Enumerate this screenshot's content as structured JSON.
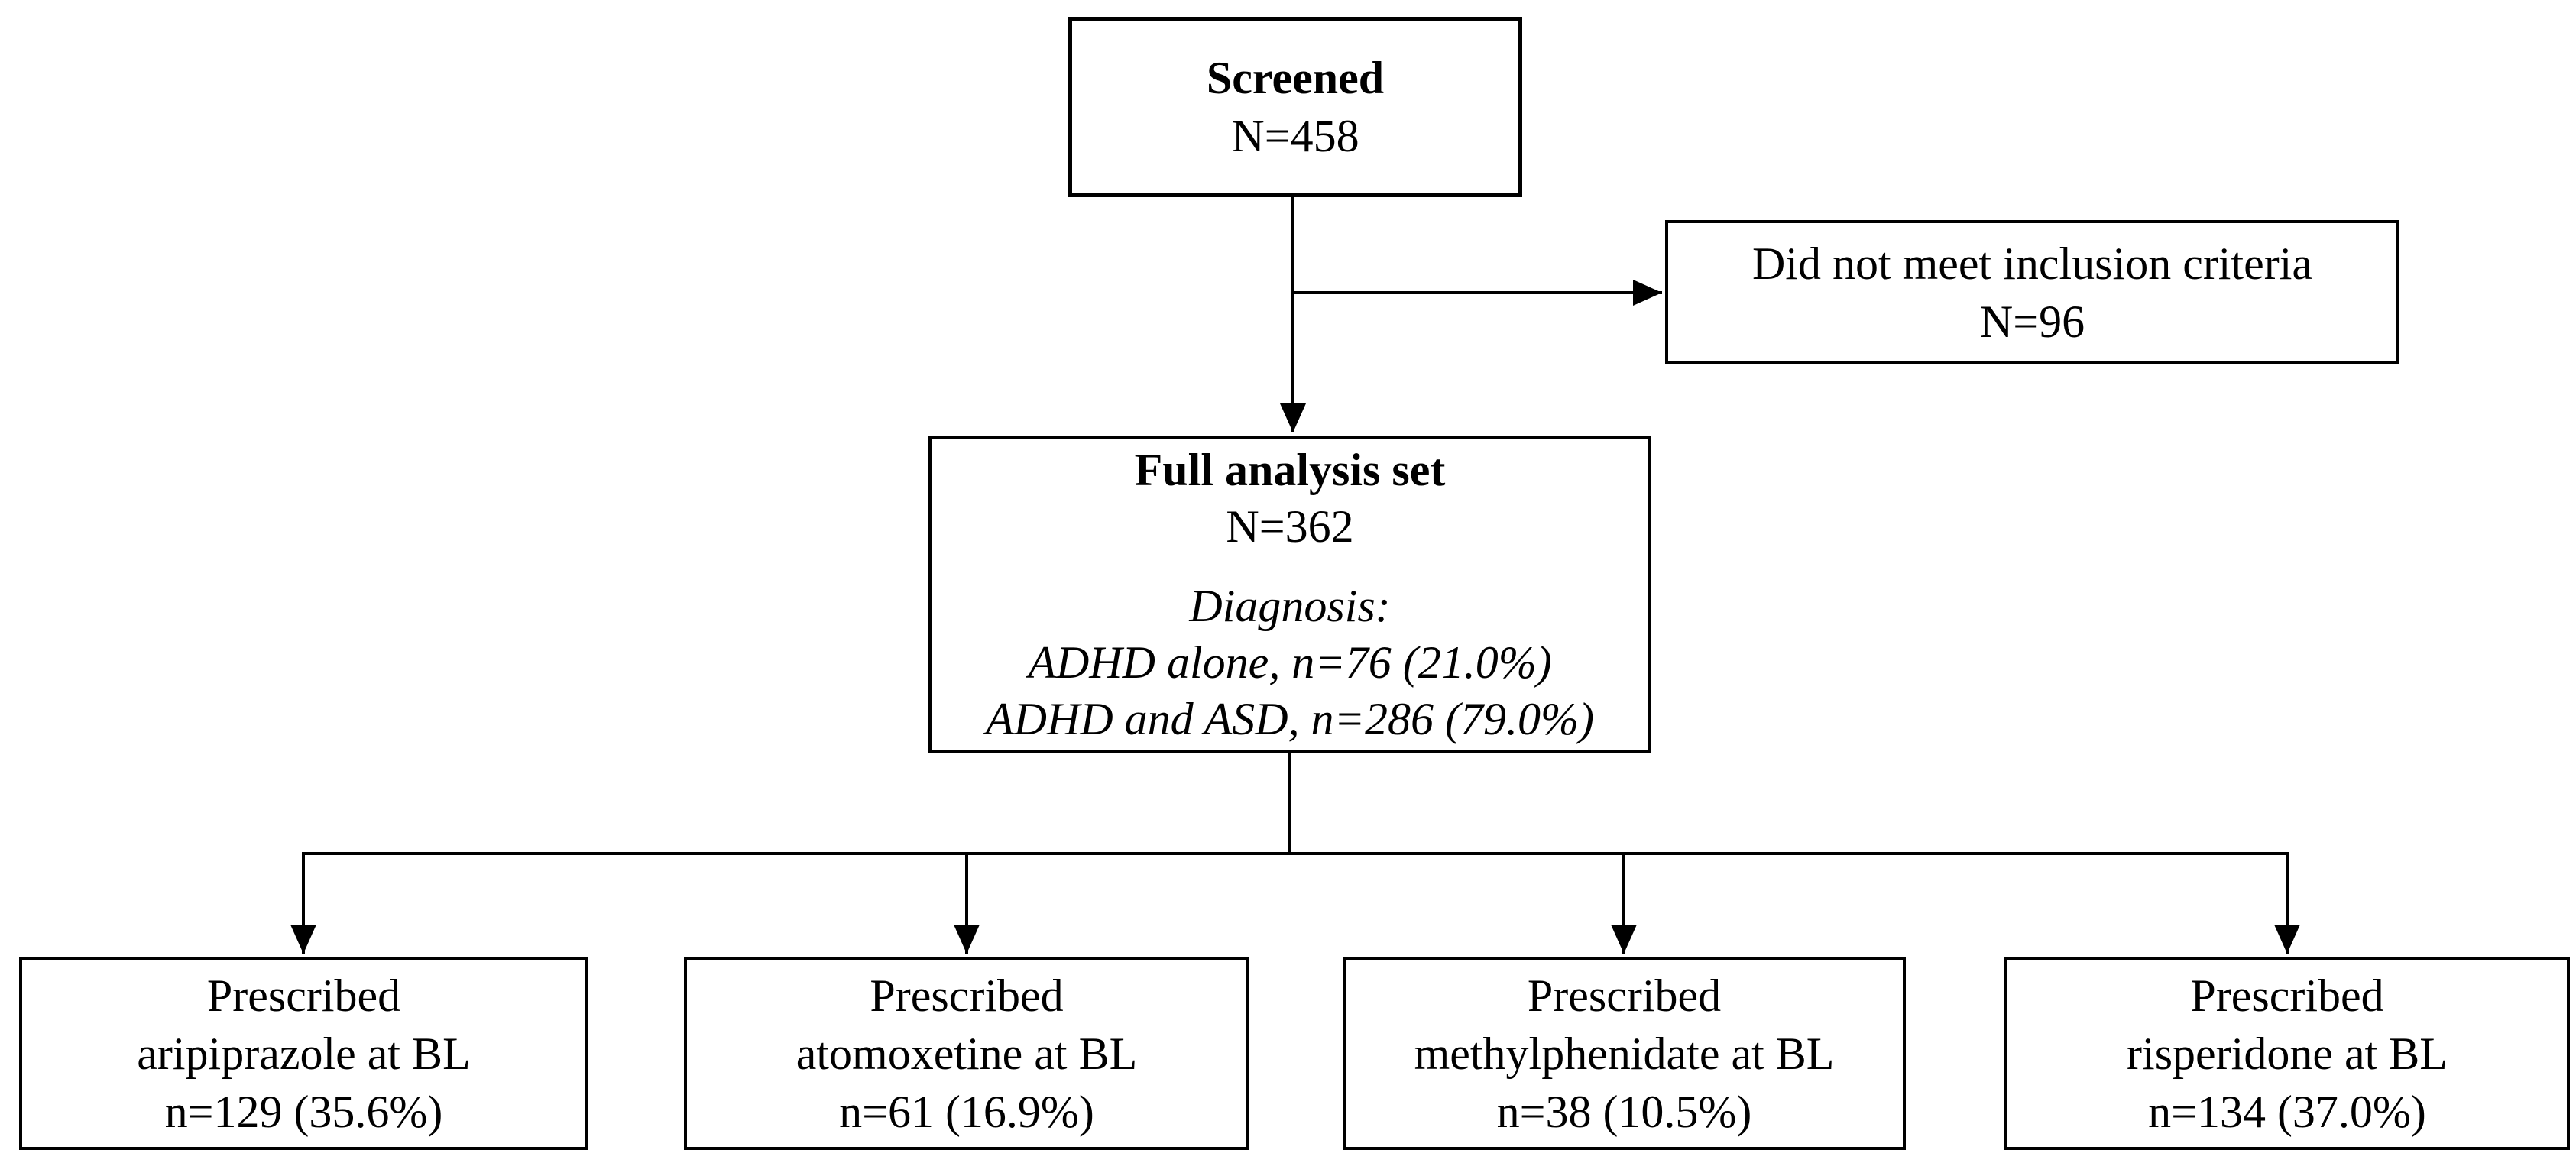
{
  "diagram": {
    "type": "flowchart",
    "background_color": "#ffffff",
    "line_color": "#000000",
    "text_color": "#000000"
  },
  "boxes": {
    "screened": {
      "title": "Screened",
      "count": "N=458"
    },
    "excluded": {
      "reason": "Did not meet inclusion criteria",
      "count": "N=96"
    },
    "full_analysis": {
      "title": "Full analysis set",
      "count": "N=362",
      "diagnosis_label": "Diagnosis:",
      "diagnosis_line1": "ADHD alone, n=76 (21.0%)",
      "diagnosis_line2": "ADHD and ASD, n=286 (79.0%)"
    },
    "arms": [
      {
        "line1": "Prescribed",
        "line2": "aripiprazole at BL",
        "count": "n=129 (35.6%)"
      },
      {
        "line1": "Prescribed",
        "line2": "atomoxetine at BL",
        "count": "n=61 (16.9%)"
      },
      {
        "line1": "Prescribed",
        "line2": "methylphenidate at BL",
        "count": "n=38 (10.5%)"
      },
      {
        "line1": "Prescribed",
        "line2": "risperidone at BL",
        "count": "n=134 (37.0%)"
      }
    ]
  }
}
